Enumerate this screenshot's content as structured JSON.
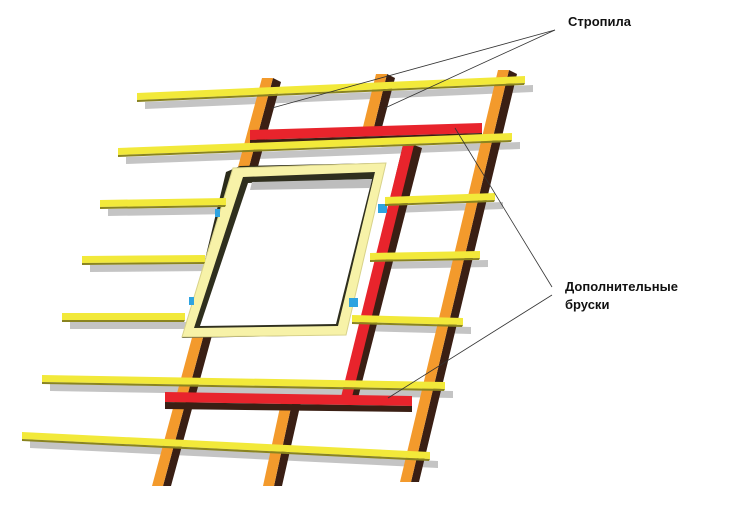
{
  "labels": {
    "rafters": "Стропила",
    "extra_bars_line1": "Дополнительные",
    "extra_bars_line2": "бруски"
  },
  "colors": {
    "batten": "#f2e93a",
    "rafter": "#f39a2c",
    "rafter_side": "#3a1f14",
    "trimmer": "#e8242c",
    "window_frame": "#f7f2a8",
    "shadow": "#b9b9b9",
    "bracket": "#2ea3e0"
  }
}
